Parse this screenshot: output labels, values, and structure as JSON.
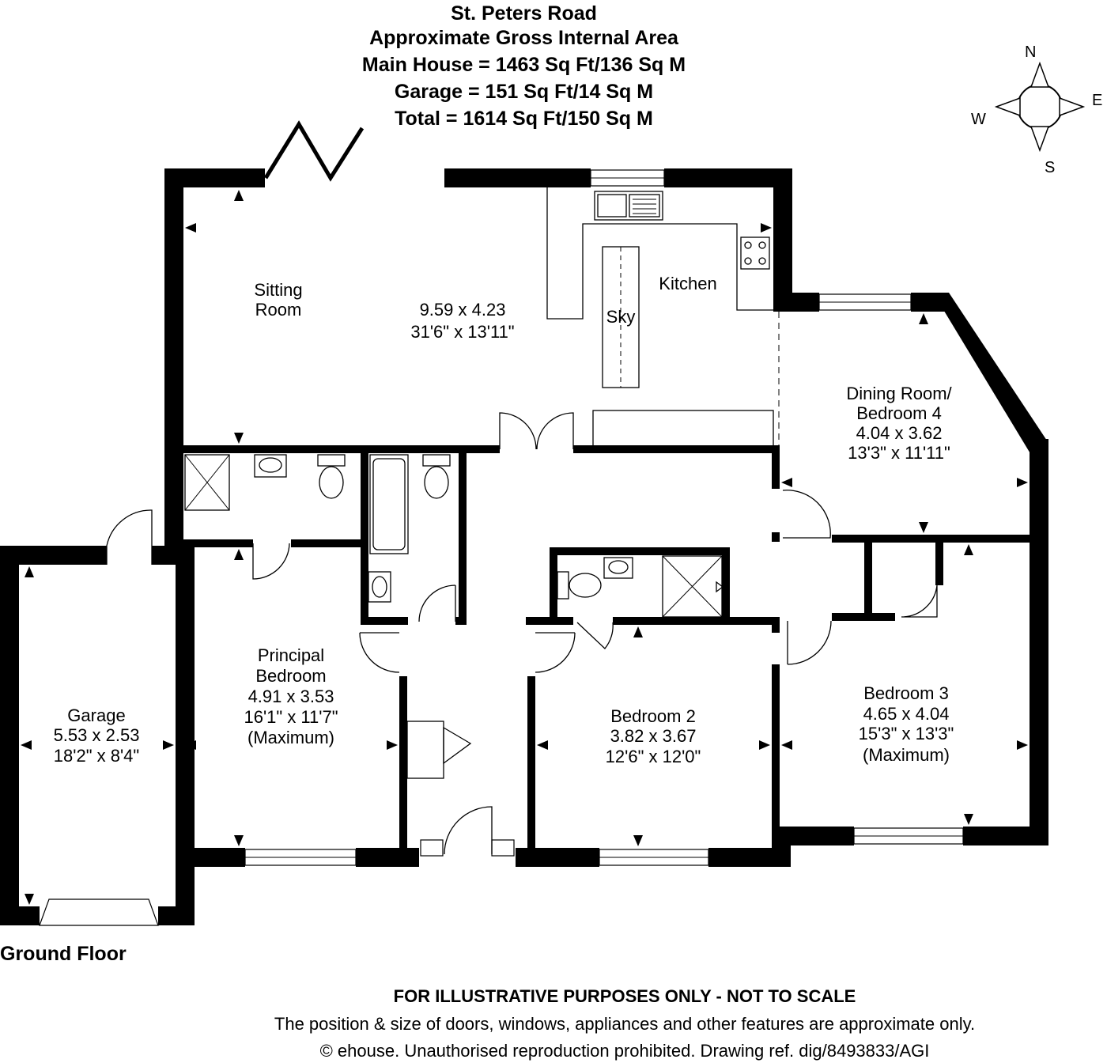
{
  "header": {
    "title": "St. Peters Road",
    "subtitle": "Approximate Gross Internal Area",
    "main_house": "Main House = 1463 Sq Ft/136 Sq M",
    "garage": "Garage = 151 Sq Ft/14 Sq M",
    "total": "Total = 1614 Sq Ft/150 Sq M"
  },
  "compass": {
    "n": "N",
    "e": "E",
    "s": "S",
    "w": "W"
  },
  "rooms": {
    "sitting": {
      "name1": "Sitting",
      "name2": "Room",
      "dim1": "9.59 x 4.23",
      "dim2": "31'6\" x 13'11\""
    },
    "kitchen": {
      "name": "Kitchen",
      "sky": "Sky"
    },
    "dining": {
      "name1": "Dining Room/",
      "name2": "Bedroom 4",
      "dim1": "4.04 x 3.62",
      "dim2": "13'3\" x 11'11\""
    },
    "principal": {
      "name1": "Principal",
      "name2": "Bedroom",
      "dim1": "4.91 x 3.53",
      "dim2": "16'1\" x 11'7\"",
      "note": "(Maximum)"
    },
    "bedroom2": {
      "name": "Bedroom 2",
      "dim1": "3.82 x 3.67",
      "dim2": "12'6\" x 12'0\""
    },
    "bedroom3": {
      "name": "Bedroom 3",
      "dim1": "4.65 x 4.04",
      "dim2": "15'3\" x 13'3\"",
      "note": "(Maximum)"
    },
    "garage": {
      "name": "Garage",
      "dim1": "5.53 x 2.53",
      "dim2": "18'2\" x 8'4\""
    }
  },
  "floor_label": "Ground Floor",
  "footer": {
    "line1": "FOR ILLUSTRATIVE PURPOSES ONLY - NOT TO SCALE",
    "line2": "The position & size of doors, windows, appliances and other features are approximate only.",
    "line3": "© ehouse. Unauthorised reproduction prohibited. Drawing ref. dig/8493833/AGI"
  }
}
